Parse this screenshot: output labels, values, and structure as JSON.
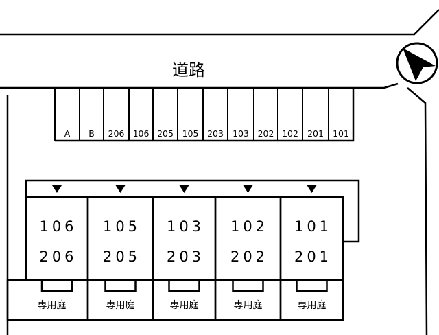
{
  "road": {
    "label": "道路"
  },
  "compass": {
    "icon": "north-arrow-icon"
  },
  "parking": {
    "spaces": [
      "A",
      "B",
      "206",
      "106",
      "205",
      "105",
      "203",
      "103",
      "202",
      "102",
      "201",
      "101"
    ]
  },
  "units": [
    {
      "lower": "106",
      "upper": "206",
      "garden": "専用庭"
    },
    {
      "lower": "105",
      "upper": "205",
      "garden": "専用庭"
    },
    {
      "lower": "103",
      "upper": "203",
      "garden": "専用庭"
    },
    {
      "lower": "102",
      "upper": "202",
      "garden": "専用庭"
    },
    {
      "lower": "101",
      "upper": "201",
      "garden": "専用庭"
    }
  ],
  "entrances": {
    "icon": "entrance-triangle-icon"
  }
}
